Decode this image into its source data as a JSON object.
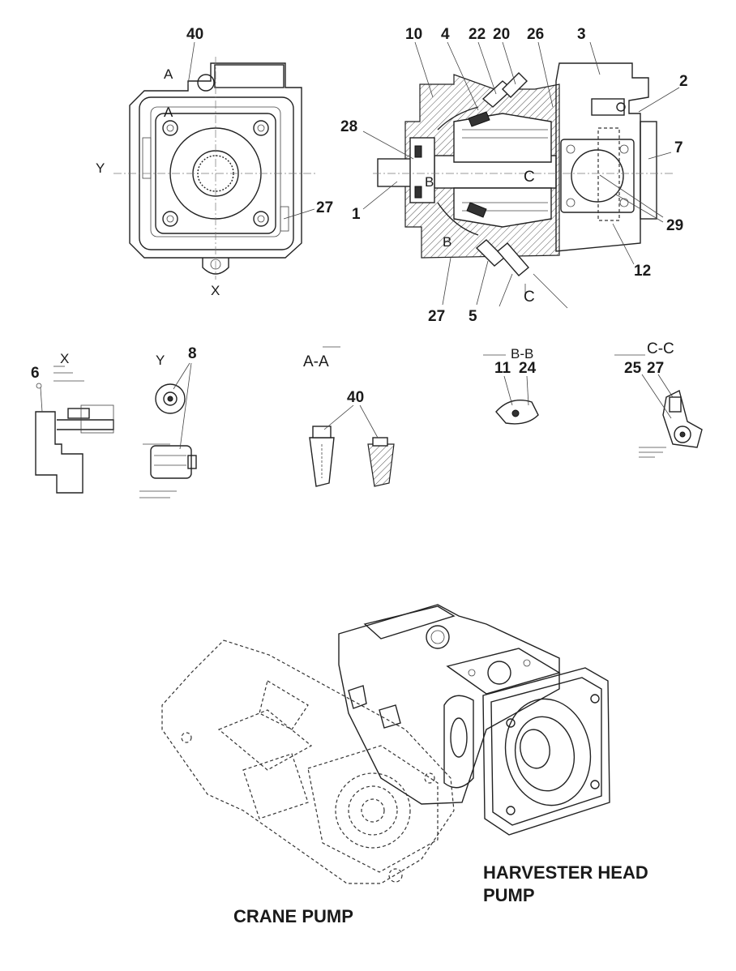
{
  "callouts": {
    "c40_top": "40",
    "c10": "10",
    "c4": "4",
    "c22": "22",
    "c20": "20",
    "c26": "26",
    "c3": "3",
    "c2": "2",
    "c28": "28",
    "c7": "7",
    "c1": "1",
    "c27_front": "27",
    "c29": "29",
    "c12": "12",
    "c27_side": "27",
    "c5": "5",
    "c6": "6",
    "c8": "8",
    "c40_detail": "40",
    "c11": "11",
    "c24": "24",
    "c25": "25",
    "c27_cc": "27"
  },
  "view_labels": {
    "a_top": "A",
    "a_mid": "A",
    "y_side": "Y",
    "x_bottom": "X",
    "b_upper": "B",
    "c_center": "C",
    "b_lower": "B",
    "c_lower": "C",
    "x_detail": "X",
    "y_detail": "Y",
    "aa_section": "A-A",
    "bb_section": "B-B",
    "cc_section": "C-C"
  },
  "captions": {
    "crane_pump": "CRANE PUMP",
    "harvester_line1": "HARVESTER HEAD",
    "harvester_line2": "PUMP"
  }
}
